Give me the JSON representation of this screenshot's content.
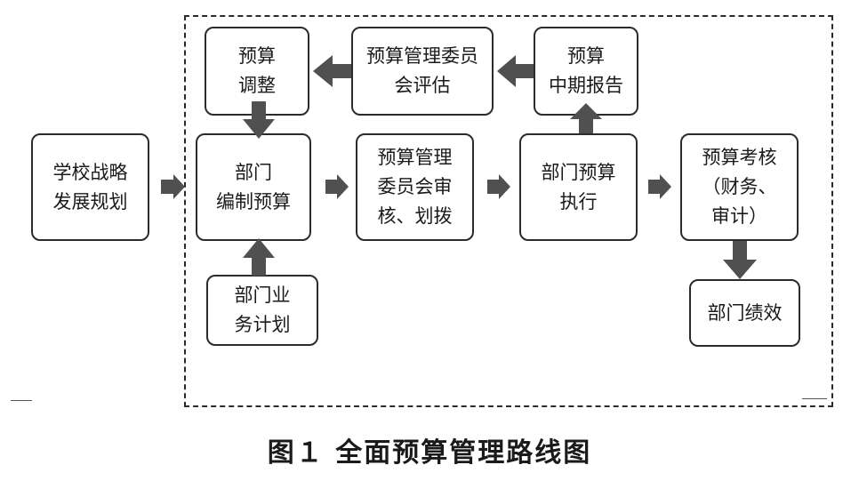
{
  "nodes": {
    "strategy": [
      "学校战略",
      "发展规划"
    ],
    "adjust": [
      "预算",
      "调整"
    ],
    "committee_eval": [
      "预算管理委员",
      "会评估"
    ],
    "midterm_report": [
      "预算",
      "中期报告"
    ],
    "dept_compile": [
      "部门",
      "编制预算"
    ],
    "committee_review": [
      "预算管理",
      "委员会审",
      "核、划拨"
    ],
    "dept_execute": [
      "部门预算",
      "执行"
    ],
    "assessment": [
      "预算考核",
      "（财务、",
      "审计）"
    ],
    "business_plan": [
      "部门业",
      "务计划"
    ],
    "performance": [
      "部门绩效"
    ]
  },
  "caption": "图１ 全面预算管理路线图"
}
